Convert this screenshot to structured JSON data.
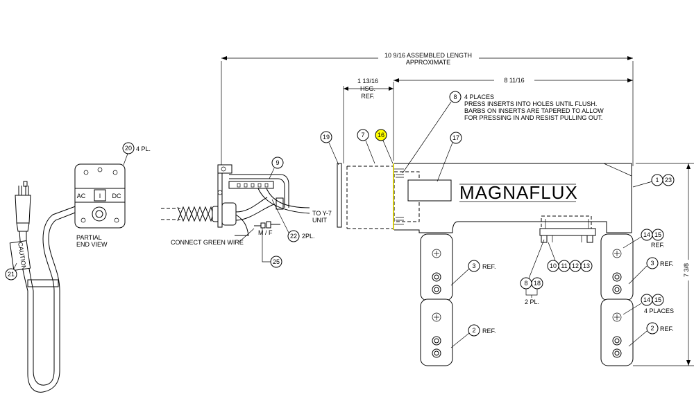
{
  "dimensions": {
    "assembled_length_line1": "10 9/16 ASSEMBLED LENGTH",
    "assembled_length_line2": "APPROXIMATE",
    "housing_ref_line1": "1 13/16",
    "housing_ref_line2": "HSG.",
    "housing_ref_line3": "REF.",
    "core_length": "8 11/16",
    "height": "7 3/8"
  },
  "notes": {
    "insert_line1": "4 PLACES",
    "insert_line2": "PRESS INSERTS INTO HOLES UNTIL FLUSH.",
    "insert_line3": "BARBS ON INSERTS ARE TAPERED TO ALLOW",
    "insert_line4": "FOR PRESSING IN AND RESIST PULLING OUT."
  },
  "labels": {
    "partial_line1": "PARTIAL",
    "partial_line2": "END VIEW",
    "switch_ac": "AC",
    "switch_mid": "I",
    "switch_dc": "DC",
    "caution": "CAUTION",
    "brand": "MAGNAFLUX",
    "to_unit_line1": "TO Y-7",
    "to_unit_line2": "UNIT",
    "connect_green": "CONNECT GREEN WIRE",
    "mf": "M / F",
    "four_pl": "4 PL.",
    "two_pl_a": "2PL.",
    "two_pl_b": "2 PL.",
    "ref_3a": "REF.",
    "ref_2a": "REF.",
    "ref_3b": "REF.",
    "ref_2b": "REF.",
    "ref_1415": "REF.",
    "four_places": "4 PLACES"
  },
  "balloons": {
    "b20": "20",
    "b21": "21",
    "b9": "9",
    "b22": "22",
    "b25": "25",
    "b19": "19",
    "b7": "7",
    "b16": "16",
    "b8a": "8",
    "b17": "17",
    "b1": "1",
    "b23": "23",
    "b14a": "14",
    "b15a": "15",
    "b3a": "3",
    "b2a": "2",
    "b8b": "8",
    "b18": "18",
    "b10": "10",
    "b11": "11",
    "b12": "12",
    "b13": "13",
    "b3b": "3",
    "b14b": "14",
    "b15b": "15",
    "b2b": "2"
  },
  "colors": {
    "highlight": "#ffff00",
    "accent_line": "#d4c800"
  }
}
